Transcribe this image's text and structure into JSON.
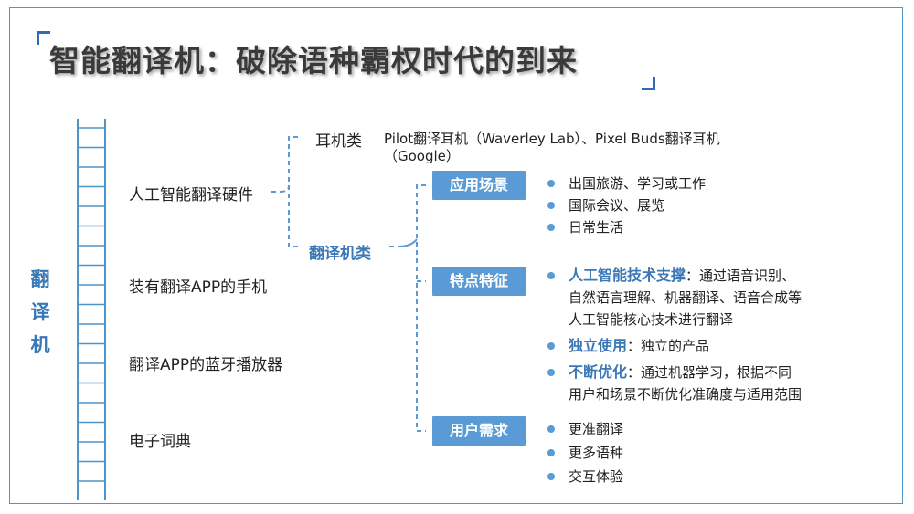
{
  "title": "智能翻译机：破除语种霸权时代的到来",
  "ladder_label": [
    "翻",
    "译",
    "机"
  ],
  "categories": [
    "人工智能翻译硬件",
    "装有翻译APP的手机",
    "翻译APP的蓝牙播放器",
    "电子词典"
  ],
  "hardware_branches": {
    "earphone": {
      "label": "耳机类",
      "examples_line1": "Pilot翻译耳机（Waverley Lab）、Pixel Buds翻译耳机",
      "examples_line2": "（Google）"
    },
    "translator": {
      "label": "翻译机类"
    }
  },
  "aspects": [
    {
      "label": "应用场景",
      "items": [
        {
          "text": "出国旅游、学习或工作"
        },
        {
          "text": "国际会议、展览"
        },
        {
          "text": "日常生活"
        }
      ]
    },
    {
      "label": "特点特征",
      "items": [
        {
          "highlight": "人工智能技术支撑",
          "text": "：通过语音识别、",
          "cont": [
            "自然语言理解、机器翻译、语音合成等",
            "人工智能核心技术进行翻译"
          ]
        },
        {
          "highlight": "独立使用",
          "text": "：独立的产品",
          "cont": []
        },
        {
          "highlight": "不断优化",
          "text": "：通过机器学习，根据不同",
          "cont": [
            "用户和场景不断优化准确度与适用范围"
          ]
        }
      ]
    },
    {
      "label": "用户需求",
      "items": [
        {
          "text": "更准翻译"
        },
        {
          "text": "更多语种"
        },
        {
          "text": "交互体验"
        }
      ]
    }
  ],
  "colors": {
    "accent": "#5b9bd5",
    "accent_text": "#3b78b8",
    "frame": "#4e95c8",
    "title": "#3a3a3a"
  }
}
